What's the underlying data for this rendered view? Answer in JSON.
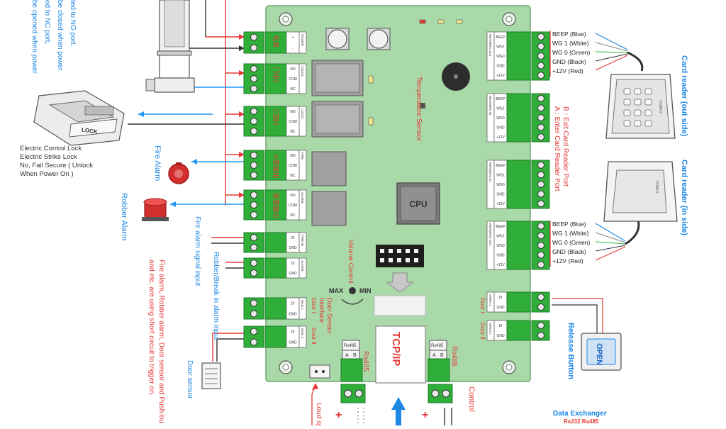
{
  "colors": {
    "board": "#a9d8a9",
    "board_edge": "#6fa66f",
    "terminal": "#2fae3a",
    "terminal_dark": "#1f7d28",
    "red_wire": "#e53935",
    "blue_wire": "#2196f3",
    "label_blue": "#1e88e5",
    "label_red": "#e53935",
    "dark": "#333333"
  },
  "top_note": [
    "be opened when power",
    "ed to NC port,",
    "be closed when power",
    "ted to NO port."
  ],
  "lock_labels": [
    "Electric Control Lock",
    "Electric Strike Lock",
    "No,  Fail Secure ( Unlock",
    "When Power On )"
  ],
  "lock_text": "LOCK",
  "fire_alarm": "Fire Alarm",
  "robber_alarm": "Robber Alarm",
  "fire_alarm_input": "Fire alarm signal input",
  "robber_input": "Robber/Break in alarm input",
  "short_circuit_note": [
    "Fire alarm, Robber alarm, Door sensor and Push-bu",
    "and etc. are using short circuit to trigger on."
  ],
  "door_sensor": "Door sensor",
  "left_terminals": [
    {
      "cn": "电源",
      "pins": [
        "+",
        "-"
      ],
      "tag": "POWER"
    },
    {
      "cn": "门锁1",
      "pins": [
        "NO",
        "COM",
        "NC"
      ],
      "tag": "LOCK1"
    },
    {
      "cn": "门锁2",
      "pins": [
        "NO",
        "COM",
        "NC"
      ],
      "tag": "LOCK2"
    },
    {
      "cn": "火警输出",
      "pins": [
        "NO",
        "COM",
        "NC"
      ],
      "tag": "FIRE"
    },
    {
      "cn": "匪警输出",
      "pins": [
        "NO",
        "COM",
        "NC"
      ],
      "tag": "ALARM"
    },
    {
      "cn": "",
      "pins": [
        "DI",
        "GND"
      ],
      "tag": "FIRE IN"
    },
    {
      "cn": "",
      "pins": [
        "DI",
        "GND"
      ],
      "tag": "ALARM"
    },
    {
      "cn": "",
      "pins": [
        "DI",
        "GND"
      ],
      "tag": "MAG 1"
    },
    {
      "cn": "",
      "pins": [
        "DI",
        "GND"
      ],
      "tag": "MAG 2"
    }
  ],
  "door_labels": [
    "Door Ⅰ",
    "Door Ⅱ"
  ],
  "door_sensor_interface": [
    "Door Sensor",
    "Interface"
  ],
  "temperature_sensor": "Temperature Sensor",
  "cpu": "CPU",
  "volume_control": "Volume Control",
  "max": "MAX",
  "min": "MIN",
  "tcpip": "TCP/IP",
  "rs485": "Rs485",
  "rs485_pins": [
    "A",
    "B"
  ],
  "plus": "+",
  "loud": "Loud sp",
  "control": "Control",
  "reader_pins": [
    "BEEP",
    "WG1",
    "WG0",
    "GND",
    "+12V"
  ],
  "reader_tags": [
    "READER1 OUT",
    "READER1 IN",
    "READER2 IN",
    "READER2 OUT"
  ],
  "reader_wires_out": [
    "BEEP (Blue)",
    "WG 1  (White)",
    "WG 0  (Green)",
    "GND   (Black)",
    "+12V  (Red)"
  ],
  "reader_wires_in": [
    "BEEP (Blue)",
    "WG 1  (White)",
    "WG 0  (Green)",
    "GND   (Black)",
    "+12V  (Red)"
  ],
  "ab_note": [
    "A : Enter Card Reader Port",
    "B : Exit Card Reader Port"
  ],
  "card_reader_out": "Card reader (out side)",
  "card_reader_in": "Card reader (in side)",
  "reader_brand": "FOAKO",
  "open_tags": [
    "OPEN 1",
    "OPEN 2"
  ],
  "open_pins": [
    "DI",
    "GND"
  ],
  "door_right": [
    "Door Ⅰ",
    "Door Ⅱ"
  ],
  "open_button": "OPEN",
  "release_button": "Release Button",
  "data_exchanger": "Data Exchanger",
  "data_exchanger_sub": "Rs232  Rs485"
}
